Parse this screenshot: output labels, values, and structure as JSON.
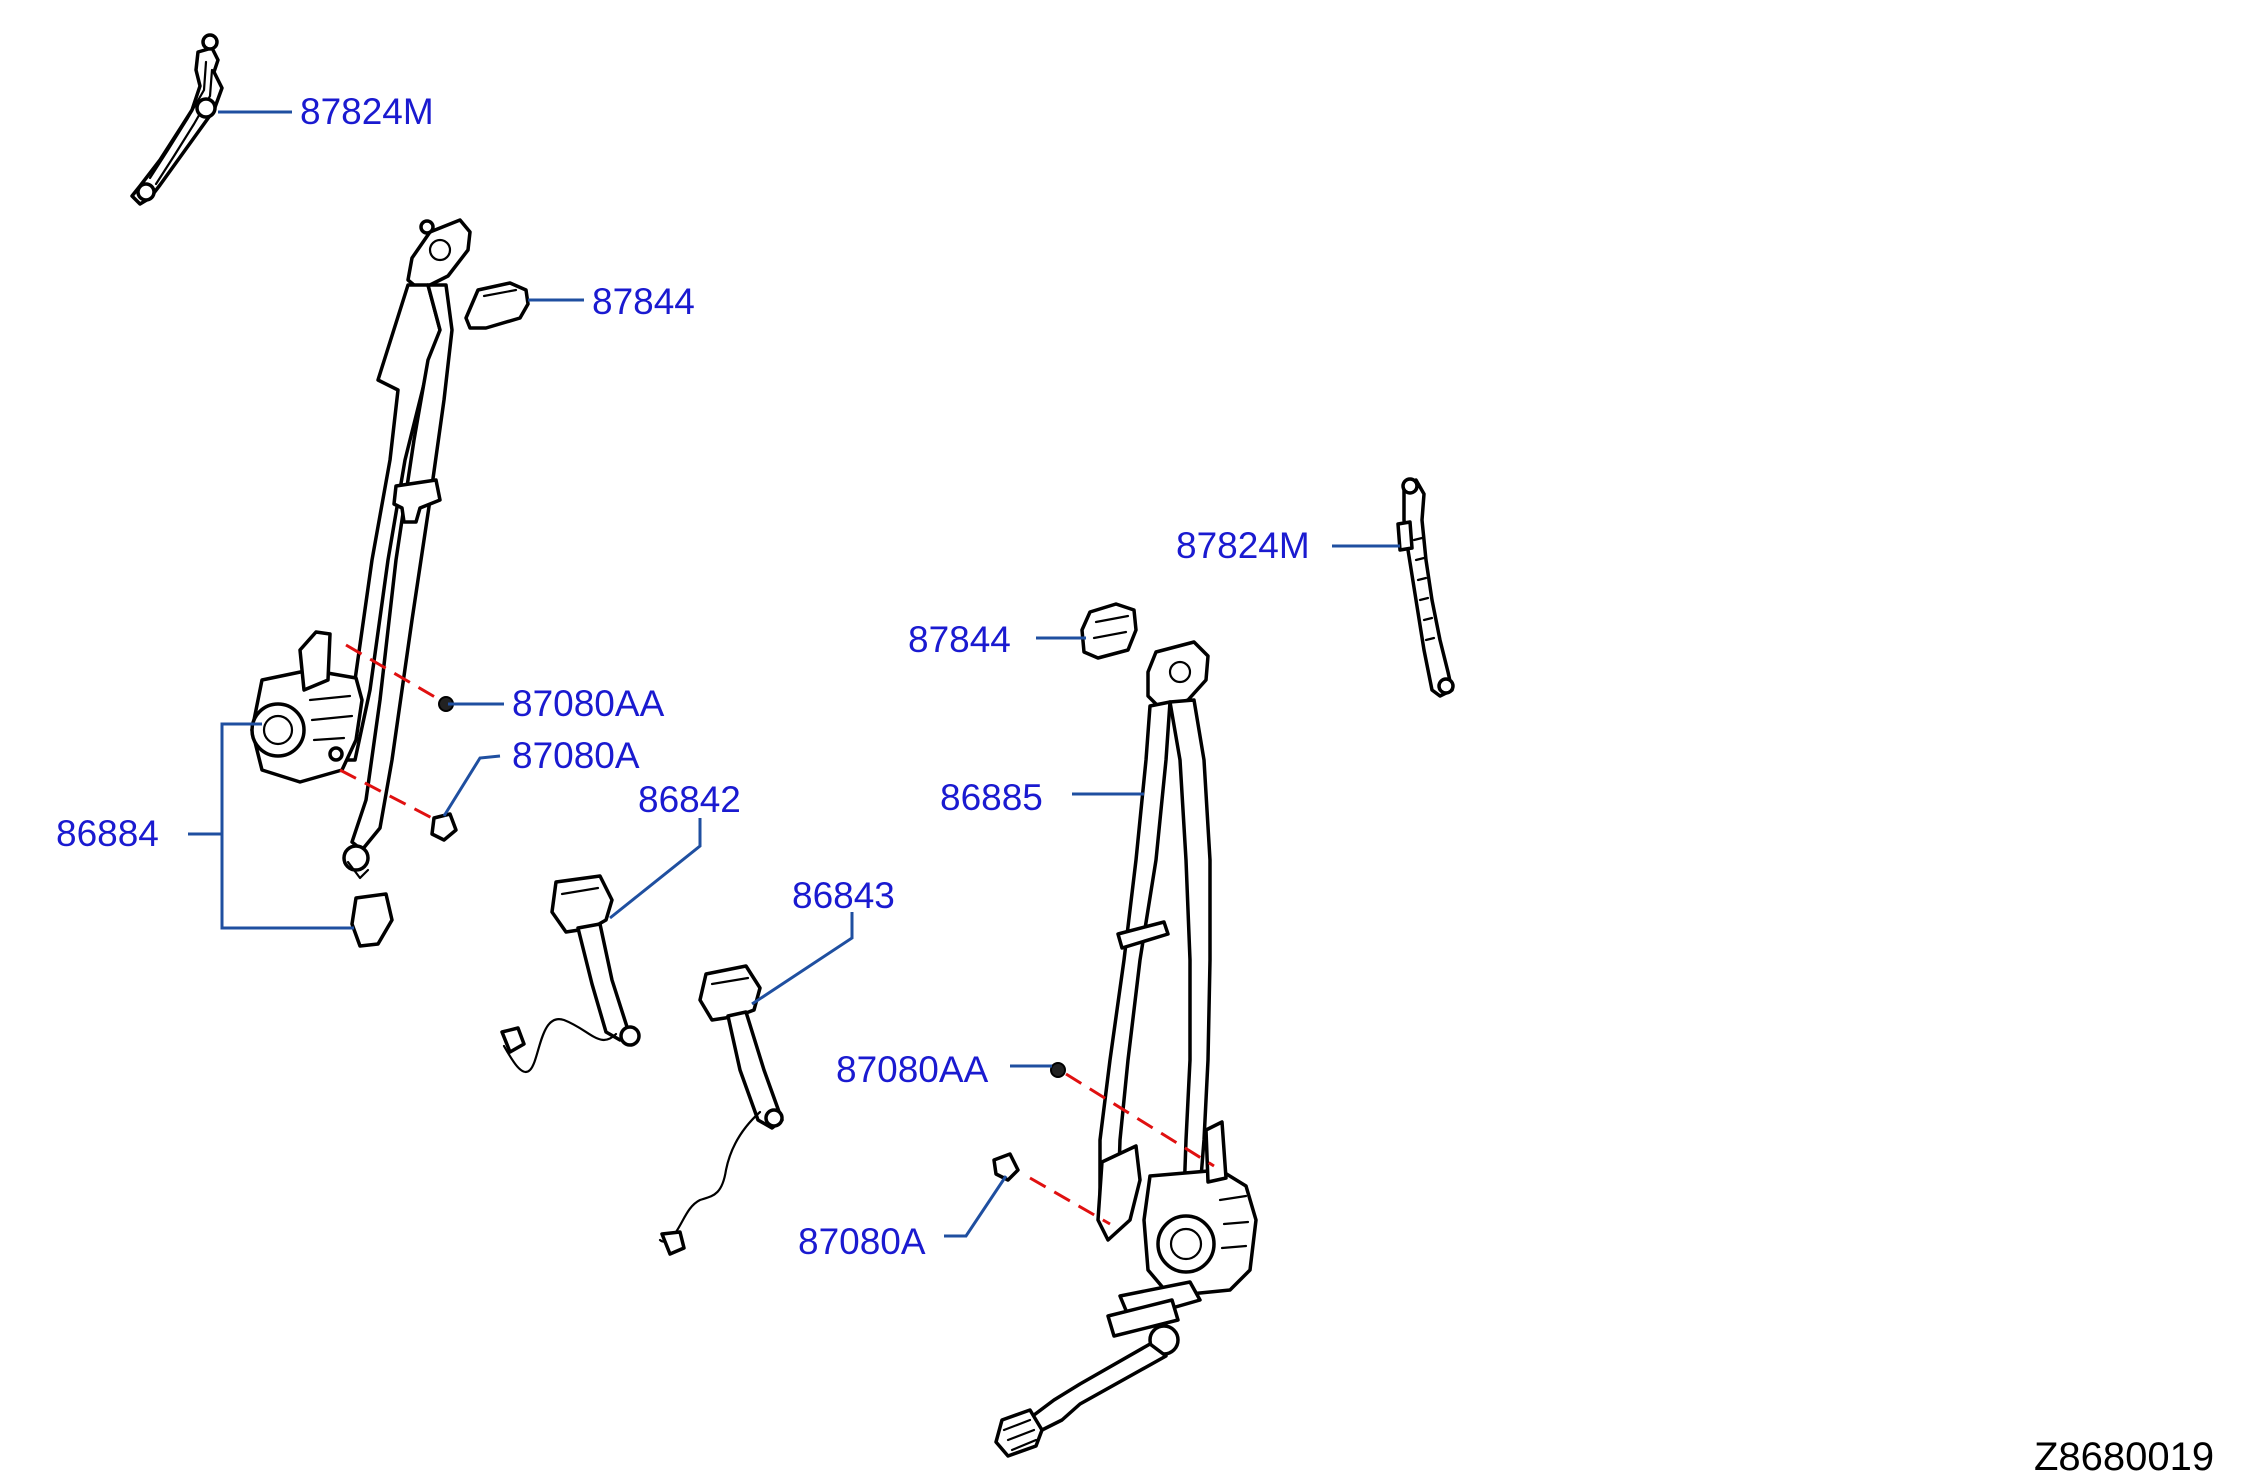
{
  "callouts": {
    "p87824m_top": "87824M",
    "p87844_top": "87844",
    "p87080aa_left": "87080AA",
    "p87080a_left": "87080A",
    "p86884": "86884",
    "p86842": "86842",
    "p86843": "86843",
    "p87824m_right": "87824M",
    "p87844_right": "87844",
    "p86885": "86885",
    "p87080aa_right": "87080AA",
    "p87080a_right": "87080A"
  },
  "diagram_id": "Z8680019",
  "colors": {
    "callout_text": "#1a1ad0",
    "leader_line": "#1f4fa0",
    "fastener_path": "#e01010",
    "linework": "#000000"
  }
}
